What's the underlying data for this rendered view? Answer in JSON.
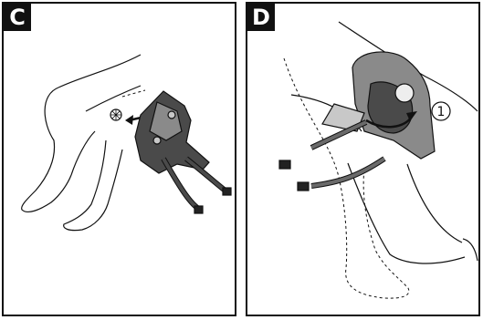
{
  "panels": [
    {
      "label": "C"
    },
    {
      "label": "D",
      "step_marker": "1"
    }
  ],
  "colors": {
    "outline": "#111111",
    "device_dark": "#4a4a4a",
    "device_mid": "#8a8a8a",
    "device_light": "#c8c8c8",
    "background": "#ffffff"
  }
}
